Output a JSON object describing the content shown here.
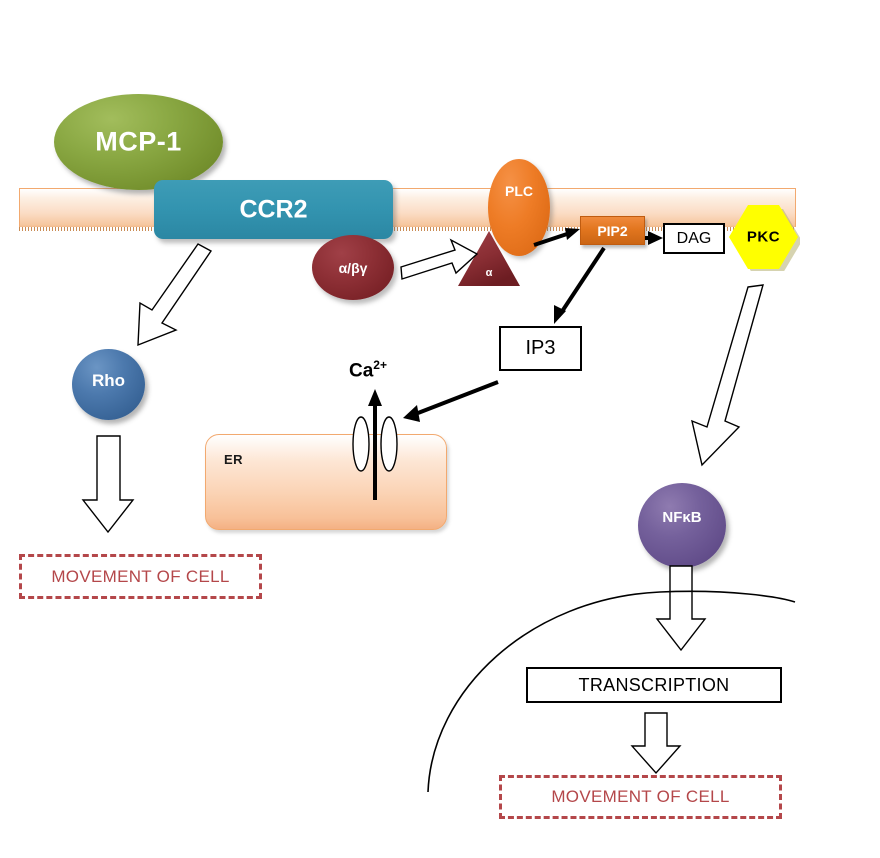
{
  "diagram": {
    "title": "MCP-1 / CCR2 chemokine signaling pathway",
    "membrane": {
      "name": "plasma-membrane"
    },
    "nodes": {
      "mcp1": {
        "label": "MCP-1",
        "color": "#7b9434",
        "shape": "ellipse"
      },
      "ccr2": {
        "label": "CCR2",
        "color": "#3394b0",
        "shape": "rounded-rect"
      },
      "gprotein": {
        "label": "α/βγ",
        "color": "#8e3036",
        "shape": "ellipse"
      },
      "alpha": {
        "label": "α",
        "color": "#8e3036",
        "shape": "triangle"
      },
      "plc": {
        "label": "PLC",
        "color": "#ee7c26",
        "shape": "ellipse"
      },
      "pip2": {
        "label": "PIP2",
        "color": "#e2761f",
        "shape": "rect"
      },
      "dag": {
        "label": "DAG",
        "color": "#ffffff",
        "shape": "rect"
      },
      "pkc": {
        "label": "PKC",
        "color": "#ffff00",
        "shape": "hexagon"
      },
      "ip3": {
        "label": "IP3",
        "color": "#ffffff",
        "shape": "rect"
      },
      "rho": {
        "label": "Rho",
        "color": "#3a6699",
        "shape": "circle"
      },
      "nfkb": {
        "label": "NFκB",
        "color": "#644f8c",
        "shape": "circle"
      },
      "er": {
        "label": "ER",
        "color": "#fbd3b4",
        "shape": "rounded-rect"
      },
      "calcium": {
        "label": "Ca",
        "superscript": "2+"
      },
      "transcription": {
        "label": "TRANSCRIPTION",
        "color": "#ffffff",
        "shape": "rect"
      },
      "movement_left": {
        "label": "MOVEMENT OF CELL",
        "color": "#b4474a",
        "shape": "dashed-rect"
      },
      "movement_bottom": {
        "label": "MOVEMENT OF CELL",
        "color": "#b4474a",
        "shape": "dashed-rect"
      }
    },
    "edges": [
      {
        "name": "ccr2-to-rho",
        "from": "CCR2",
        "to": "Rho",
        "style": "hollow-arrow"
      },
      {
        "name": "rho-to-movement",
        "from": "Rho",
        "to": "MOVEMENT OF CELL",
        "style": "hollow-arrow"
      },
      {
        "name": "gprotein-to-alpha",
        "from": "α/βγ",
        "to": "α",
        "style": "hollow-arrow"
      },
      {
        "name": "plc-to-pip2",
        "from": "PLC",
        "to": "PIP2",
        "style": "solid-arrow"
      },
      {
        "name": "pip2-to-dag",
        "from": "PIP2",
        "to": "DAG",
        "style": "solid-arrow"
      },
      {
        "name": "pip2-to-ip3",
        "from": "PIP2",
        "to": "IP3",
        "style": "solid-arrow"
      },
      {
        "name": "ip3-to-er-channel",
        "from": "IP3",
        "to": "ER calcium channel",
        "style": "solid-arrow"
      },
      {
        "name": "er-calcium-release",
        "from": "ER",
        "to": "Ca2+",
        "style": "solid-arrow"
      },
      {
        "name": "pkc-to-nfkb",
        "from": "PKC",
        "to": "NFκB",
        "style": "hollow-arrow"
      },
      {
        "name": "nfkb-to-transcription",
        "from": "NFκB",
        "to": "TRANSCRIPTION",
        "style": "hollow-arrow"
      },
      {
        "name": "transcription-to-movement",
        "from": "TRANSCRIPTION",
        "to": "MOVEMENT OF CELL",
        "style": "hollow-arrow"
      }
    ],
    "nucleus": {
      "name": "nucleus-membrane-arc"
    }
  }
}
